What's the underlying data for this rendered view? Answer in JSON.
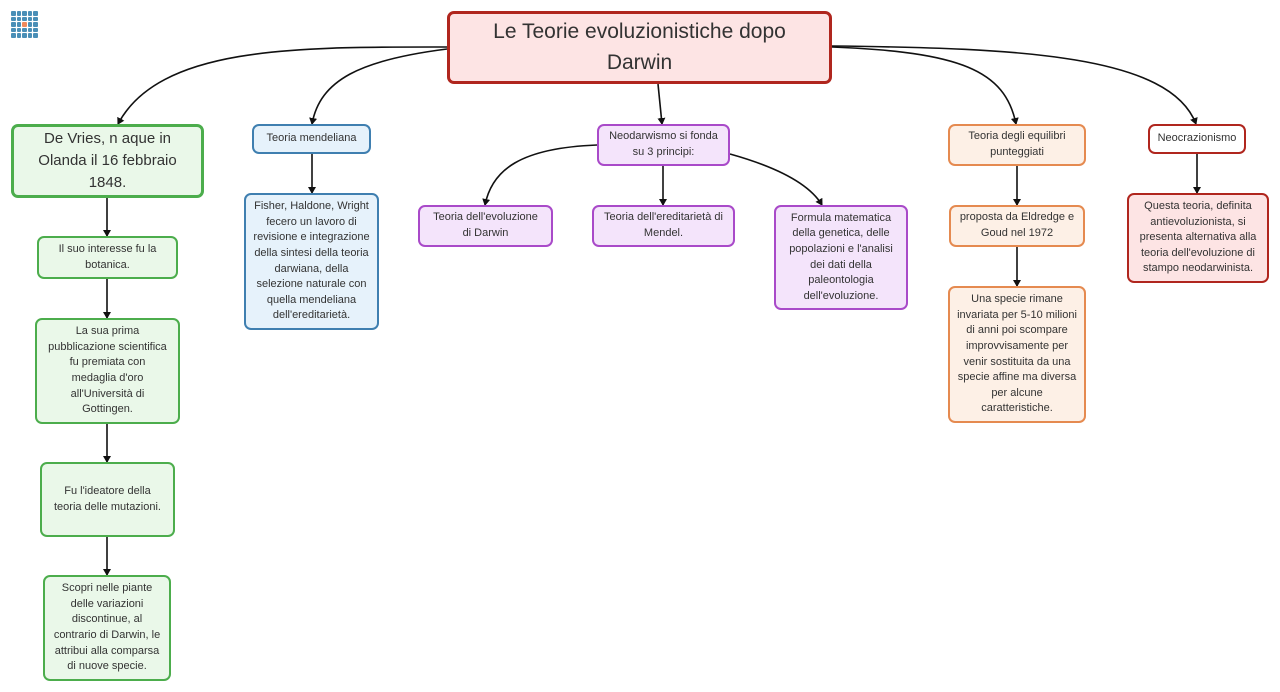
{
  "title": "Le Teorie evoluzionistiche dopo\nDarwin",
  "branches": {
    "devries": {
      "head": "De Vries, n aque in\nOlanda il 16 febbraio 1848.",
      "items": [
        "Il suo interesse fu la\nbotanica.",
        "La sua prima\npubblicazione scientifica\nfu premiata  con\nmedaglia d'oro\nall'Università di\nGottingen.",
        "Fu l'ideatore della\nteoria delle mutazioni.",
        "Scopri nelle piante\ndelle variazioni\ndiscontinue, al\ncontrario di Darwin, le\nattribui alla comparsa\ndi nuove specie."
      ]
    },
    "mendel": {
      "head": "Teoria mendeliana",
      "detail": "Fisher, Haldone, Wright\nfecero un lavoro di\nrevisione e integrazione\ndella sintesi della teoria\ndarwiana, della\nselezione naturale con\nquella mendeliana\ndell'ereditarietà."
    },
    "neodarwin": {
      "head": "Neodarwismo si fonda\nsu 3 principi:",
      "principles": [
        "Teoria dell'evoluzione\ndi Darwin",
        "Teoria dell'ereditarietà di\nMendel.",
        "Formula matematica\ndella genetica, delle\npopolazioni e l'analisi\ndei dati della\npaleontologia\ndell'evoluzione."
      ]
    },
    "equilibri": {
      "head": "Teoria degli equilibri\npunteggiati",
      "items": [
        "proposta da Eldredge e\nGoud nel 1972",
        "Una specie rimane\ninvariata per 5-10 milioni\ndi anni poi scompare\nimprovvisamente per\nvenir sostituita da una\nspecie affine ma diversa\nper alcune\ncaratteristiche."
      ]
    },
    "neocreazionismo": {
      "head": "Neocrazionismo",
      "detail": "Questa teoria, definita\nantievoluzionista, si\npresenta alternativa alla\nteoria dell'evoluzione di\nstampo neodarwinista."
    }
  },
  "colors": {
    "root": "#b0261e",
    "devries": "#4cad4c",
    "mendel": "#3f7fb0",
    "neodarwin": "#a94ac9",
    "equilibri": "#e58a50",
    "neocreazionismo": "#b0261e"
  },
  "icons": {
    "logo": "app-logo-icon"
  }
}
